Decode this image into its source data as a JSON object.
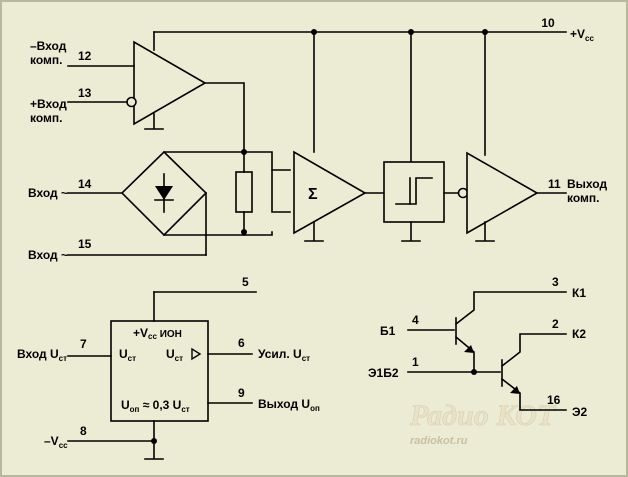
{
  "comparator": {
    "inv_input_label": "–Вход\nкомп.",
    "noninv_input_label": "+Вход\nкомп.",
    "pin_inv": "12",
    "pin_noninv": "13"
  },
  "power": {
    "pin": "10",
    "label": "+V",
    "label_sub": "cc"
  },
  "inputs": {
    "in1_label": "Вход ~",
    "in1_pin": "14",
    "in2_label": "Вход ~",
    "in2_pin": "15"
  },
  "summer": {
    "symbol": "Σ"
  },
  "output": {
    "pin": "11",
    "label": "Выход\nкомп."
  },
  "reference": {
    "pin5": "5",
    "box_vcc": "+V",
    "box_vcc_sub": "cc",
    "box_ion": " ИОН",
    "in_label": "Вход U",
    "in_label_sub": "ст",
    "in_pin": "7",
    "box_in": "U",
    "box_in_sub": "ст",
    "box_out": "U",
    "box_out_sub": "ст",
    "amp_pin": "6",
    "amp_label": "Усил. U",
    "amp_label_sub": "ст",
    "ref_text_a": "U",
    "ref_text_a_sub": "оп",
    "ref_text_b": " ≈ 0,3 U",
    "ref_text_b_sub": "ст",
    "out_pin": "9",
    "out_label": "Выход U",
    "out_label_sub": "оп",
    "vcc_pin": "8",
    "vcc_label": "–V",
    "vcc_label_sub": "cc"
  },
  "darlington": {
    "b1_label": "Б1",
    "b1_pin": "4",
    "e1b2_label": "Э1Б2",
    "e1b2_pin": "1",
    "k1_label": "К1",
    "k1_pin": "3",
    "k2_label": "К2",
    "k2_pin": "2",
    "e2_label": "Э2",
    "e2_pin": "16"
  },
  "watermark": {
    "title": "Радио КОТ",
    "url": "radiokot.ru"
  }
}
